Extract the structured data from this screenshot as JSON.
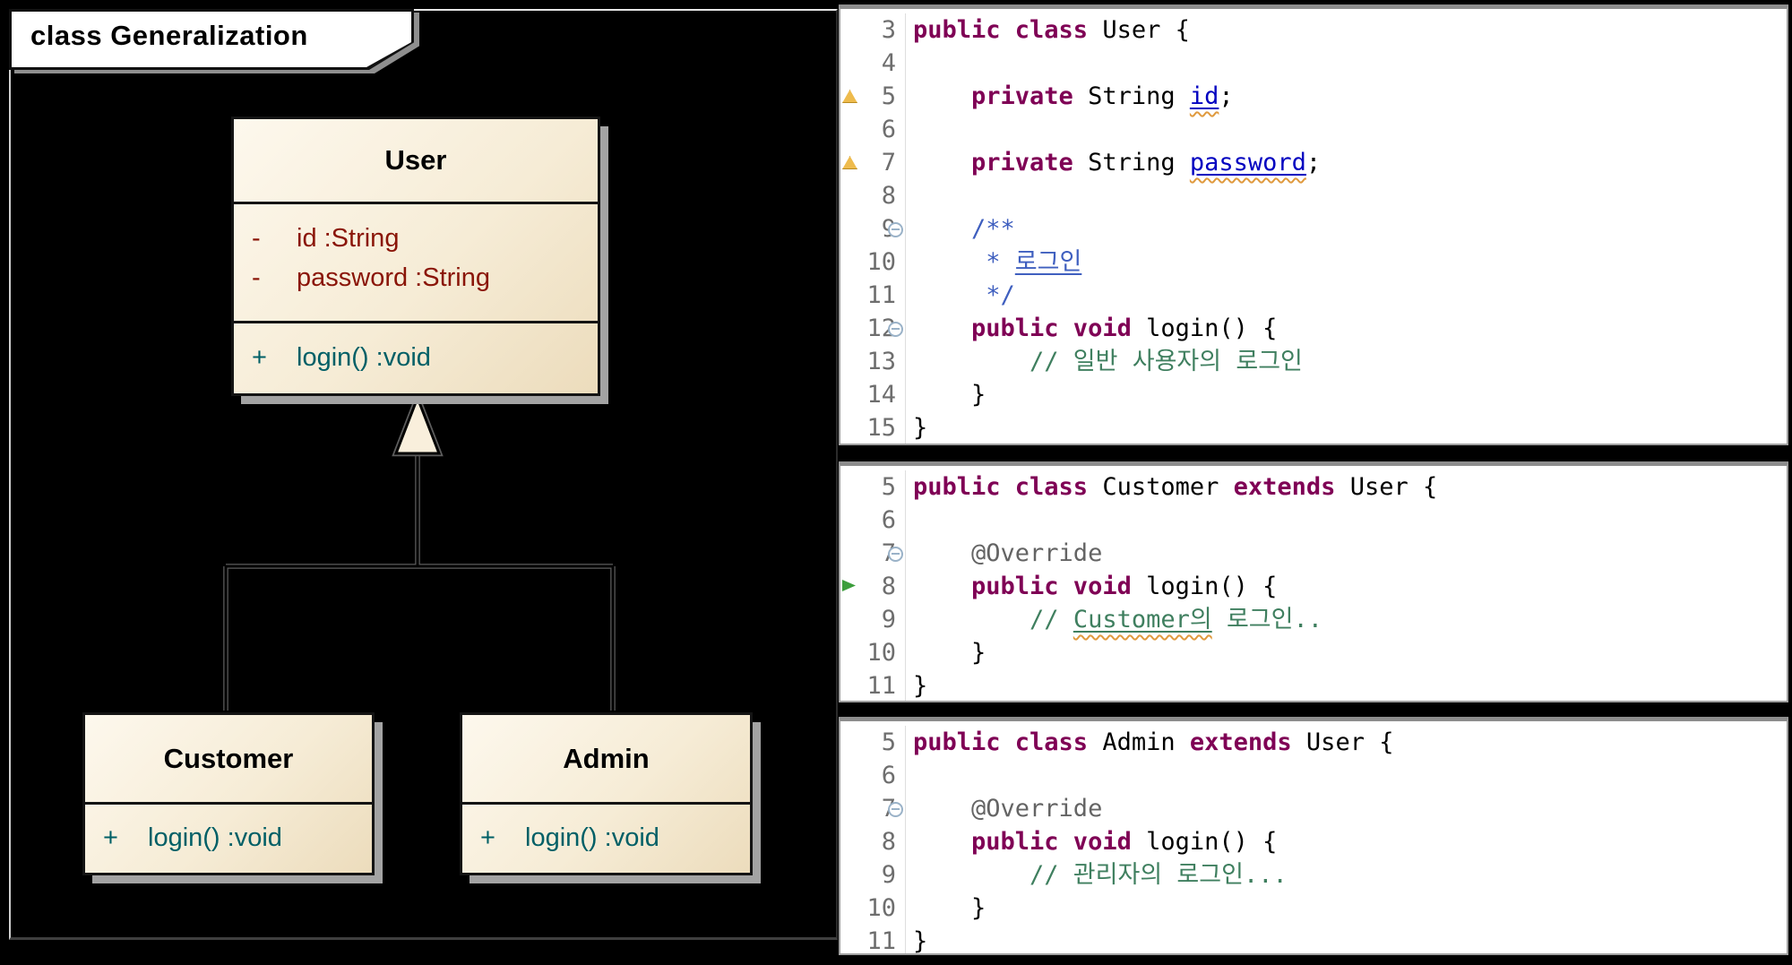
{
  "diagram": {
    "frame_label": "class Generalization",
    "relation": "generalization",
    "classes": [
      {
        "name": "User",
        "attributes": [
          {
            "visibility": "-",
            "label": "id  :String"
          },
          {
            "visibility": "-",
            "label": "password  :String"
          }
        ],
        "operations": [
          {
            "visibility": "+",
            "label": "login()  :void"
          }
        ]
      },
      {
        "name": "Customer",
        "attributes": [],
        "operations": [
          {
            "visibility": "+",
            "label": "login()  :void"
          }
        ]
      },
      {
        "name": "Admin",
        "attributes": [],
        "operations": [
          {
            "visibility": "+",
            "label": "login()  :void"
          }
        ]
      }
    ]
  },
  "editors": [
    {
      "lines": [
        {
          "num": "3",
          "tokens": [
            {
              "text": "public class",
              "cls": "kw"
            },
            {
              "text": " User {",
              "cls": "plain"
            }
          ]
        },
        {
          "num": "4",
          "tokens": []
        },
        {
          "num": "5",
          "tokens": [
            {
              "text": "    private",
              "cls": "kw"
            },
            {
              "text": " String ",
              "cls": "plain"
            },
            {
              "text": "id",
              "cls": "field",
              "squig": true
            },
            {
              "text": ";",
              "cls": "plain"
            }
          ]
        },
        {
          "num": "6",
          "tokens": []
        },
        {
          "num": "7",
          "tokens": [
            {
              "text": "    private",
              "cls": "kw"
            },
            {
              "text": " String ",
              "cls": "plain"
            },
            {
              "text": "password",
              "cls": "field",
              "squig": true
            },
            {
              "text": ";",
              "cls": "plain"
            }
          ]
        },
        {
          "num": "8",
          "tokens": []
        },
        {
          "num": "9",
          "tokens": [
            {
              "text": "    /**",
              "cls": "jdoc"
            }
          ]
        },
        {
          "num": "10",
          "tokens": [
            {
              "text": "     * ",
              "cls": "jdoc"
            },
            {
              "text": "로그인",
              "cls": "jdoc ul"
            }
          ]
        },
        {
          "num": "11",
          "tokens": [
            {
              "text": "     */",
              "cls": "jdoc"
            }
          ]
        },
        {
          "num": "12",
          "tokens": [
            {
              "text": "    public void",
              "cls": "kw"
            },
            {
              "text": " login() {",
              "cls": "plain"
            }
          ]
        },
        {
          "num": "13",
          "tokens": [
            {
              "text": "        // 일반 사용자의 로그인",
              "cls": "cmt"
            }
          ]
        },
        {
          "num": "14",
          "tokens": [
            {
              "text": "    }",
              "cls": "plain"
            }
          ]
        },
        {
          "num": "15",
          "tokens": [
            {
              "text": "}",
              "cls": "plain"
            }
          ]
        }
      ],
      "markers": [
        {
          "line": "5",
          "type": "warning-icon"
        },
        {
          "line": "7",
          "type": "warning-icon"
        },
        {
          "line": "9",
          "type": "folding-collapse-icon"
        },
        {
          "line": "12",
          "type": "folding-collapse-icon"
        }
      ]
    },
    {
      "lines": [
        {
          "num": "5",
          "tokens": [
            {
              "text": "public class",
              "cls": "kw"
            },
            {
              "text": " Customer ",
              "cls": "plain"
            },
            {
              "text": "extends",
              "cls": "kw"
            },
            {
              "text": " User {",
              "cls": "plain"
            }
          ]
        },
        {
          "num": "6",
          "tokens": []
        },
        {
          "num": "7",
          "tokens": [
            {
              "text": "    @Override",
              "cls": "ann"
            }
          ]
        },
        {
          "num": "8",
          "tokens": [
            {
              "text": "    public void",
              "cls": "kw"
            },
            {
              "text": " login() {",
              "cls": "plain"
            }
          ]
        },
        {
          "num": "9",
          "tokens": [
            {
              "text": "        // ",
              "cls": "cmt"
            },
            {
              "text": "Customer의",
              "cls": "cmt ul",
              "squig": true
            },
            {
              "text": " 로그인..",
              "cls": "cmt"
            }
          ]
        },
        {
          "num": "10",
          "tokens": [
            {
              "text": "    }",
              "cls": "plain"
            }
          ]
        },
        {
          "num": "11",
          "tokens": [
            {
              "text": "}",
              "cls": "plain"
            }
          ]
        }
      ],
      "markers": [
        {
          "line": "7",
          "type": "folding-collapse-icon"
        },
        {
          "line": "8",
          "type": "override-icon"
        }
      ]
    },
    {
      "lines": [
        {
          "num": "5",
          "tokens": [
            {
              "text": "public class",
              "cls": "kw"
            },
            {
              "text": " Admin ",
              "cls": "plain"
            },
            {
              "text": "extends",
              "cls": "kw"
            },
            {
              "text": " User {",
              "cls": "plain"
            }
          ]
        },
        {
          "num": "6",
          "tokens": []
        },
        {
          "num": "7",
          "tokens": [
            {
              "text": "    @Override",
              "cls": "ann"
            }
          ]
        },
        {
          "num": "8",
          "tokens": [
            {
              "text": "    public void",
              "cls": "kw"
            },
            {
              "text": " login() {",
              "cls": "plain"
            }
          ]
        },
        {
          "num": "9",
          "tokens": [
            {
              "text": "        // 관리자의 로그인...",
              "cls": "cmt"
            }
          ]
        },
        {
          "num": "10",
          "tokens": [
            {
              "text": "    }",
              "cls": "plain"
            }
          ]
        },
        {
          "num": "11",
          "tokens": [
            {
              "text": "}",
              "cls": "plain"
            }
          ]
        }
      ],
      "markers": [
        {
          "line": "7",
          "type": "folding-collapse-icon"
        }
      ]
    }
  ],
  "colors": {
    "background": "#000000",
    "class_box_fill": "#f6ecd6",
    "class_box_border": "#141414",
    "attribute_text": "#8a1508",
    "operation_text": "#005f66",
    "keyword": "#7f0055",
    "javadoc_comment": "#3f5fbf",
    "line_comment": "#3f7f5f",
    "field_reference": "#0000c0",
    "annotation": "#646464",
    "line_number": "#6e6e6e",
    "warning_marker": "#eebb4d",
    "override_marker": "#3c9e3c"
  }
}
